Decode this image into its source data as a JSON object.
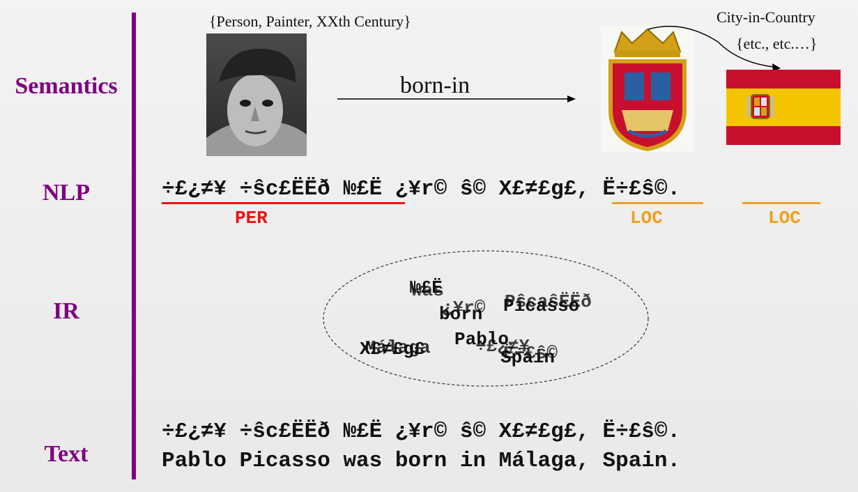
{
  "layers": {
    "semantics": "Semantics",
    "nlp": "NLP",
    "ir": "IR",
    "text": "Text"
  },
  "semantics": {
    "person_types": "{Person, Painter, XXth Century}",
    "relation": "born-in",
    "city_relation": "City-in-Country",
    "etc": "{etc., etc.…}",
    "photo_icon": "person-photo-icon",
    "coat_of_arms_icon": "coat-of-arms-icon",
    "flag_icon": "spain-flag-icon"
  },
  "nlp": {
    "sentence": "÷£¿≠¥ ÷ŝc£ËËð №£Ë ¿¥r© ŝ© X£≠£g£, Ë÷£ŝ©.",
    "tags": [
      {
        "label": "PER",
        "color": "#ee1111"
      },
      {
        "label": "LOC",
        "color": "#f0a020"
      },
      {
        "label": "LOC",
        "color": "#f0a020"
      }
    ]
  },
  "ir": {
    "words": [
      "№£Ë",
      "was",
      "born",
      "¿¥r©",
      "Picasso",
      "PŝcaŝËËð",
      "Pablo",
      "÷£¿≠¥",
      "X£≠£g£",
      "Málaga",
      "Spain",
      "Ë÷£ŝ©"
    ]
  },
  "text": {
    "encoded": "÷£¿≠¥ ÷ŝc£ËËð №£Ë ¿¥r© ŝ© X£≠£g£, Ë÷£ŝ©.",
    "plain": "Pablo Picasso was born in Málaga, Spain."
  },
  "colors": {
    "layer_label": "#800080",
    "per": "#ee1111",
    "loc": "#f0a020",
    "flag_red": "#c8102e",
    "flag_yellow": "#f5c400"
  }
}
